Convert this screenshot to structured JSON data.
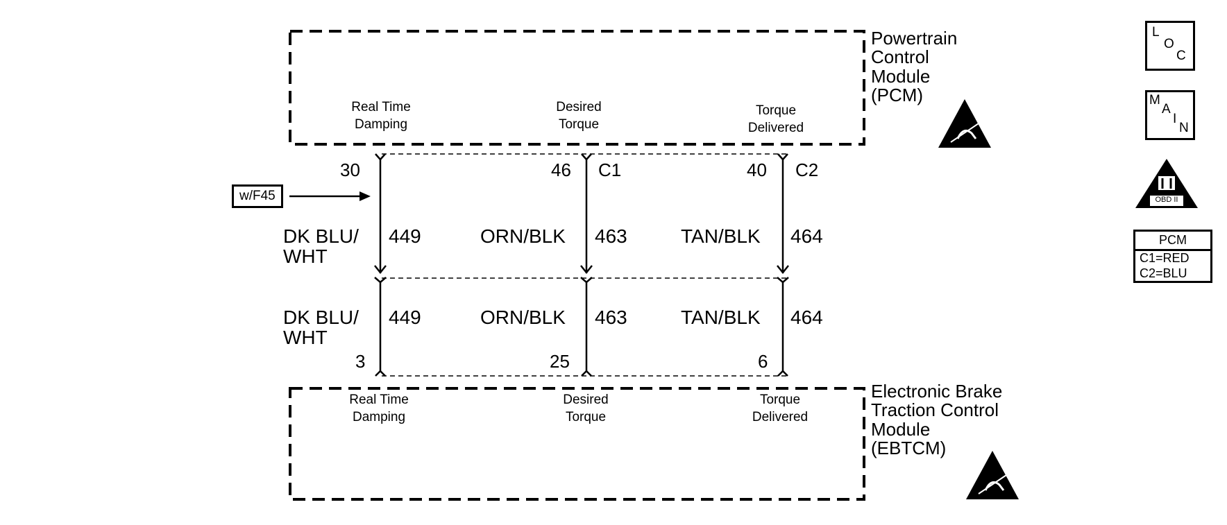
{
  "modules": {
    "pcm": "Powertrain\nControl\nModule\n(PCM)",
    "ebtcm": "Electronic Brake\nTraction Control\nModule\n(EBTCM)"
  },
  "pcm_signals": [
    "Real Time\nDamping",
    "Desired\nTorque",
    "Torque\nDelivered"
  ],
  "ebtcm_signals": [
    "Real Time\nDamping",
    "Desired\nTorque",
    "Torque\nDelivered"
  ],
  "pcm_pins": [
    "30",
    "46",
    "40"
  ],
  "ebtcm_pins": [
    "3",
    "25",
    "6"
  ],
  "connectors": [
    "C1",
    "C2"
  ],
  "option_tag": "w/F45",
  "wires_upper": [
    {
      "color": "DK BLU/\nWHT",
      "circuit": "449"
    },
    {
      "color": "ORN/BLK",
      "circuit": "463"
    },
    {
      "color": "TAN/BLK",
      "circuit": "464"
    }
  ],
  "wires_lower": [
    {
      "color": "DK BLU/\nWHT",
      "circuit": "449"
    },
    {
      "color": "ORN/BLK",
      "circuit": "463"
    },
    {
      "color": "TAN/BLK",
      "circuit": "464"
    }
  ],
  "side_icons": {
    "loc": [
      "L",
      "O",
      "C"
    ],
    "main": [
      "M",
      "A",
      "I",
      "N"
    ],
    "obd_badge": "OBD II",
    "obd_numeral": "II"
  },
  "pcm_legend": {
    "title": "PCM",
    "rows": [
      "C1=RED",
      "C2=BLU"
    ]
  }
}
